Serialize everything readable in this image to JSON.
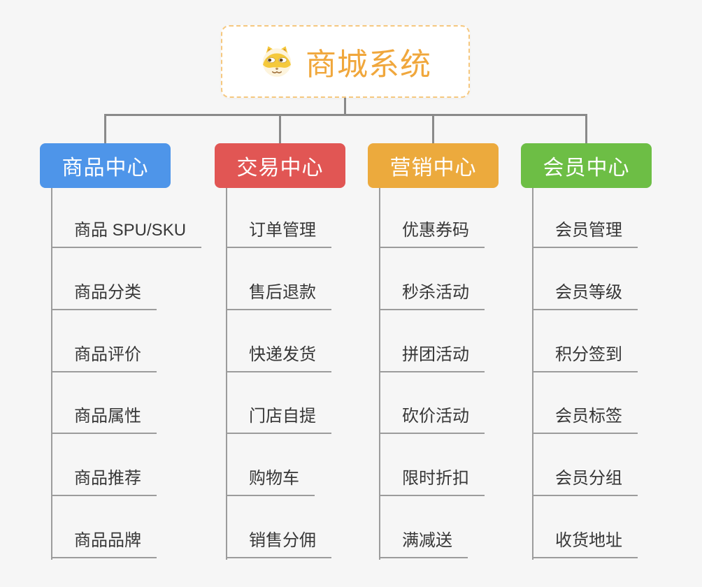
{
  "root": {
    "title": "商城系统",
    "icon": "doge-icon",
    "accent_color": "#f0a73c",
    "border_color": "#f6c87f"
  },
  "colors": {
    "background": "#f6f6f6",
    "connector": "#8a8a8a",
    "leaf_line": "#9c9c9c",
    "leaf_text": "#373737"
  },
  "branches": [
    {
      "label": "商品中心",
      "color": "#4e95e9",
      "items": [
        "商品 SPU/SKU",
        "商品分类",
        "商品评价",
        "商品属性",
        "商品推荐",
        "商品品牌"
      ]
    },
    {
      "label": "交易中心",
      "color": "#e15654",
      "items": [
        "订单管理",
        "售后退款",
        "快递发货",
        "门店自提",
        "购物车",
        "销售分佣"
      ]
    },
    {
      "label": "营销中心",
      "color": "#ecaa3d",
      "items": [
        "优惠券码",
        "秒杀活动",
        "拼团活动",
        "砍价活动",
        "限时折扣",
        "满减送"
      ]
    },
    {
      "label": "会员中心",
      "color": "#6dbe45",
      "items": [
        "会员管理",
        "会员等级",
        "积分签到",
        "会员标签",
        "会员分组",
        "收货地址"
      ]
    }
  ]
}
